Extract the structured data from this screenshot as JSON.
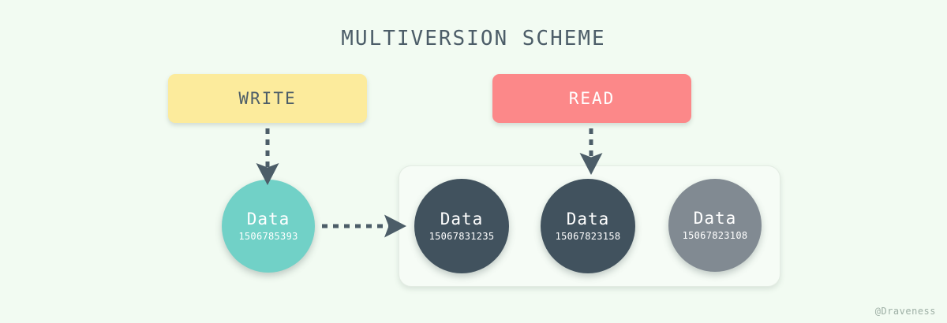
{
  "diagram": {
    "title": "MULTIVERSION SCHEME",
    "background_color": "#f2fbf2",
    "watermark": "@Draveness"
  },
  "operations": [
    {
      "id": "write",
      "label": "WRITE",
      "color": "#fceb9c",
      "text_color": "#4c5d68"
    },
    {
      "id": "read",
      "label": "READ",
      "color": "#fc8889",
      "text_color": "#ffffff"
    }
  ],
  "nodes": {
    "pending_write": {
      "label": "Data",
      "version": "1506785393",
      "color": "#71d1c7"
    },
    "versions": [
      {
        "label": "Data",
        "version": "15067831235",
        "color": "#41525e"
      },
      {
        "label": "Data",
        "version": "15067823158",
        "color": "#41525e"
      },
      {
        "label": "Data",
        "version": "15067823108",
        "color": "#818a92"
      }
    ]
  },
  "connectors": [
    {
      "id": "write-to-data",
      "style": "dashed",
      "direction": "down",
      "color": "#4c5d68"
    },
    {
      "id": "data-to-store",
      "style": "dashed",
      "direction": "right",
      "color": "#4c5d68"
    },
    {
      "id": "read-to-store",
      "style": "dashed",
      "direction": "down",
      "color": "#4c5d68"
    }
  ]
}
